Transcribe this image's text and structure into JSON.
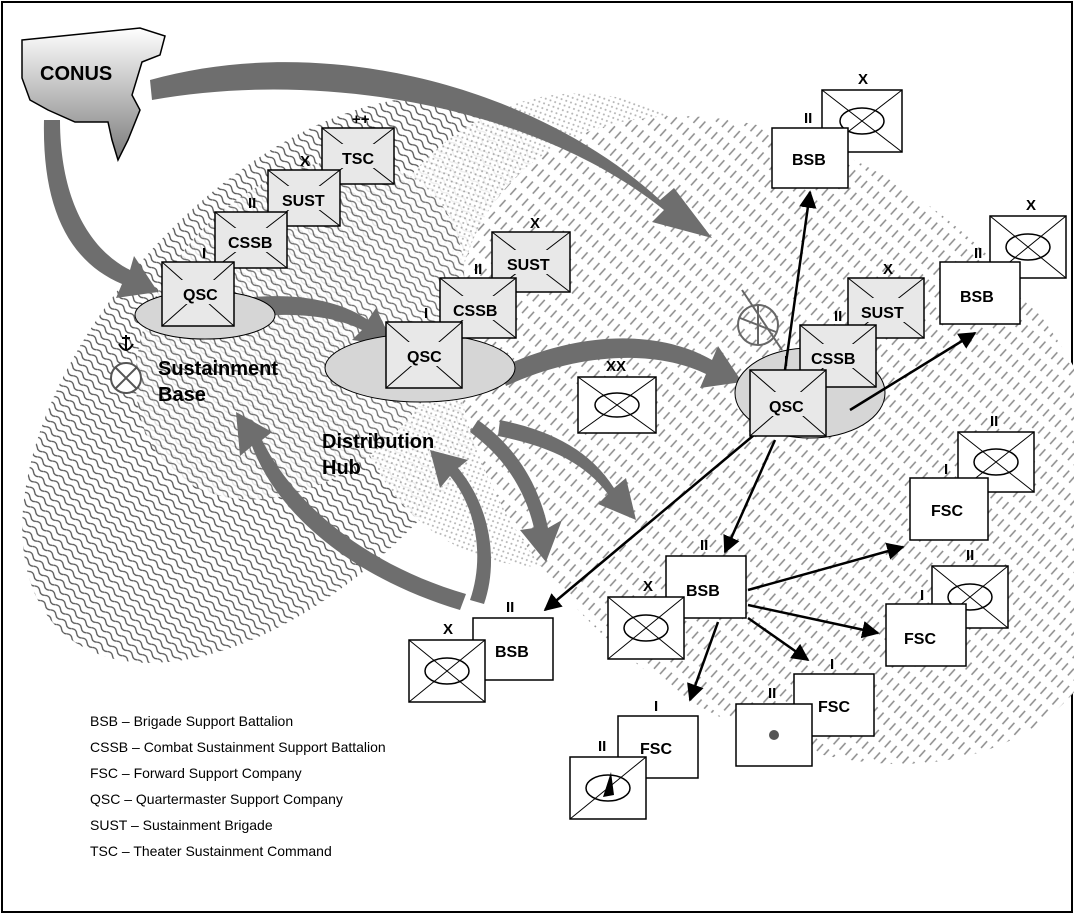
{
  "colors": {
    "ink": "#000000",
    "arrow": "#6e6e6e",
    "hub": "#d6d6d6",
    "unit": "#e8e8e8"
  },
  "conus": "CONUS",
  "places": {
    "base_1": "Sustainment",
    "base_2": "Base",
    "hub_1": "Distribution",
    "hub_2": "Hub"
  },
  "echelons": {
    "I": "I",
    "II": "II",
    "X": "X",
    "XX": "XX",
    "PP": "++"
  },
  "units": {
    "TSC": "TSC",
    "SUST": "SUST",
    "CSSB": "CSSB",
    "QSC": "QSC",
    "BSB": "BSB",
    "FSC": "FSC"
  },
  "legend": [
    "BSB – Brigade Support Battalion",
    "CSSB – Combat Sustainment Support Battalion",
    "FSC – Forward Support Company",
    "QSC – Quartermaster Support Company",
    "SUST – Sustainment Brigade",
    "TSC – Theater Sustainment Command"
  ]
}
